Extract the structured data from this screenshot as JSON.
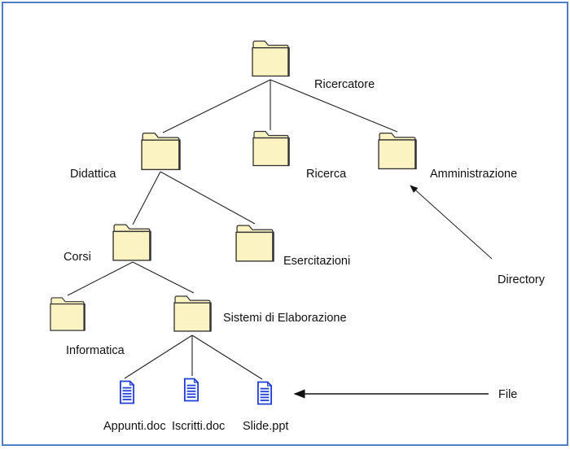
{
  "labels": {
    "ricercatore": "Ricercatore",
    "didattica": "Didattica",
    "ricerca": "Ricerca",
    "amministrazione": "Amministrazione",
    "corsi": "Corsi",
    "esercitazioni": "Esercitazioni",
    "informatica": "Informatica",
    "sistemi": "Sistemi di Elaborazione",
    "appunti": "Appunti.doc",
    "iscritti": "Iscritti.doc",
    "slide": "Slide.ppt",
    "directory_caption": "Directory",
    "file_caption": "File"
  },
  "colors": {
    "frame_border": "#4f7fc9",
    "folder_fill": "#fbf3c2",
    "folder_stroke": "#333333",
    "file_blue": "#1f3fd6",
    "line": "#222222"
  },
  "icons": {
    "folder": "folder-icon",
    "file": "document-icon"
  }
}
